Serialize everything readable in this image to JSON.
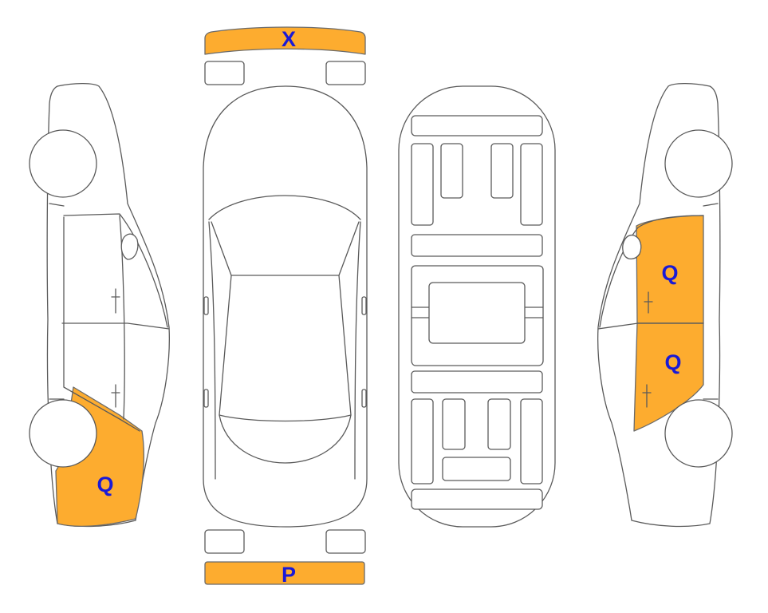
{
  "colors": {
    "highlight": "#fdac2f",
    "label": "#1a1ad6",
    "outline": "#5a5a5a"
  },
  "views": {
    "front_bumper_label": "X",
    "rear_bumper_label": "P",
    "left_side_rear_label": "Q",
    "right_side_front_door_label": "Q",
    "right_side_rear_door_label": "Q"
  }
}
